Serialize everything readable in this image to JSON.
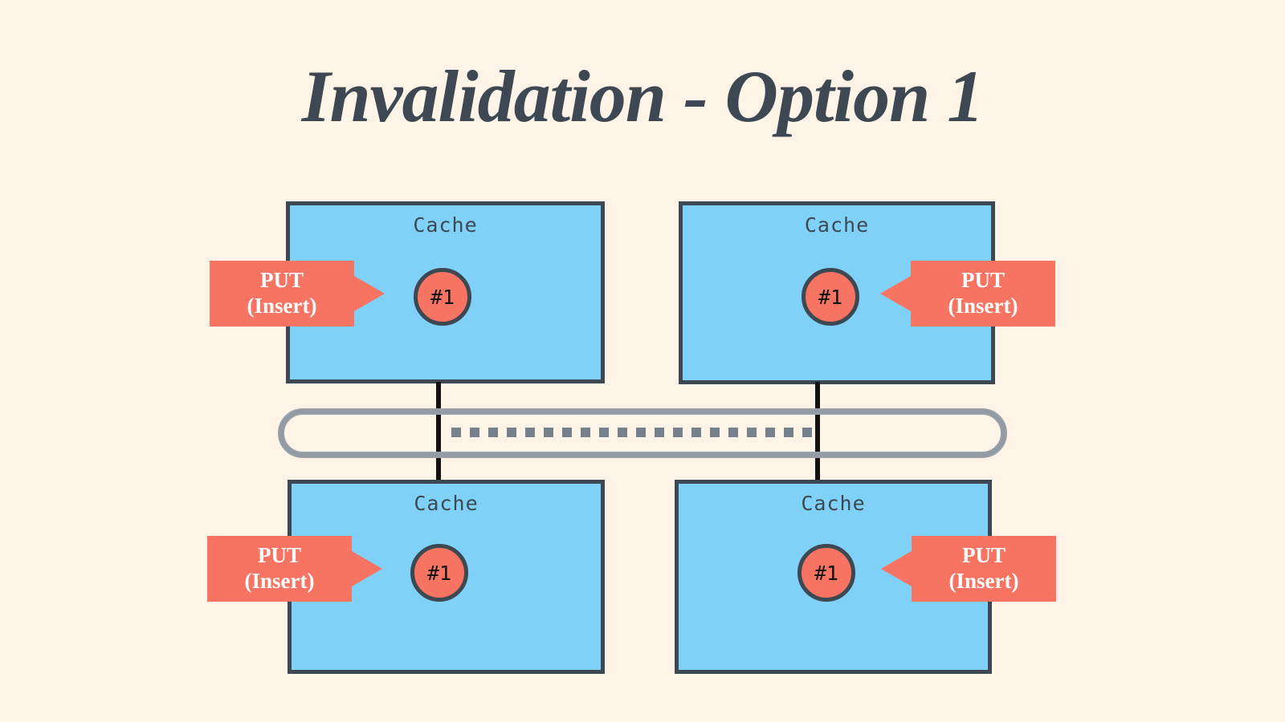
{
  "slide": {
    "title": "Invalidation - Option 1",
    "background_color": "#fdf3e7",
    "title_color": "#3d4852"
  },
  "palette": {
    "cache_fill": "#7fd1f7",
    "outline": "#3d4852",
    "accent_salmon": "#f87462",
    "bus_gray": "#77818c",
    "connector_black": "#14110f",
    "callout_text": "#ffffff"
  },
  "caches": [
    {
      "id": "cache-top-left",
      "label": "Cache",
      "item_label": "#1",
      "callout": {
        "line1": "PUT",
        "line2": "(Insert)",
        "direction": "right"
      }
    },
    {
      "id": "cache-top-right",
      "label": "Cache",
      "item_label": "#1",
      "callout": {
        "line1": "PUT",
        "line2": "(Insert)",
        "direction": "left"
      }
    },
    {
      "id": "cache-bottom-left",
      "label": "Cache",
      "item_label": "#1",
      "callout": {
        "line1": "PUT",
        "line2": "(Insert)",
        "direction": "right"
      }
    },
    {
      "id": "cache-bottom-right",
      "label": "Cache",
      "item_label": "#1",
      "callout": {
        "line1": "PUT",
        "line2": "(Insert)",
        "direction": "left"
      }
    }
  ],
  "bus": {
    "style": "dashed-capsule",
    "dash_color": "#77818c",
    "outline_color": "#9aa2ab"
  }
}
